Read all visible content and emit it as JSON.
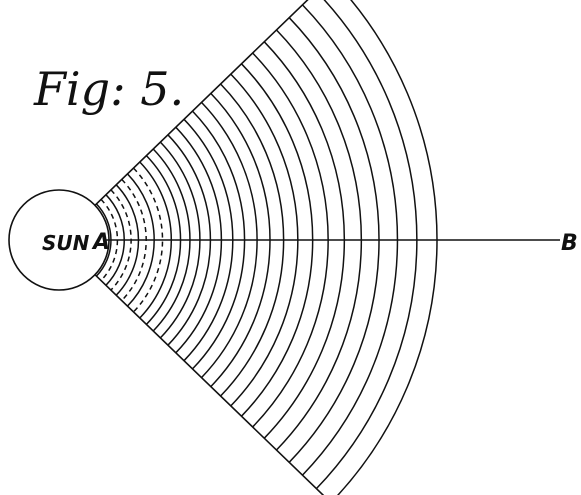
{
  "figure": {
    "title": "Fig: 5.",
    "sun_label": "SUN",
    "point_a_label": "A",
    "point_b_label": "B"
  },
  "diagram": {
    "dashed_arcs": 9,
    "solid_arcs": 19
  },
  "colors": {
    "ink": "#111111",
    "paper": "#ffffff"
  }
}
